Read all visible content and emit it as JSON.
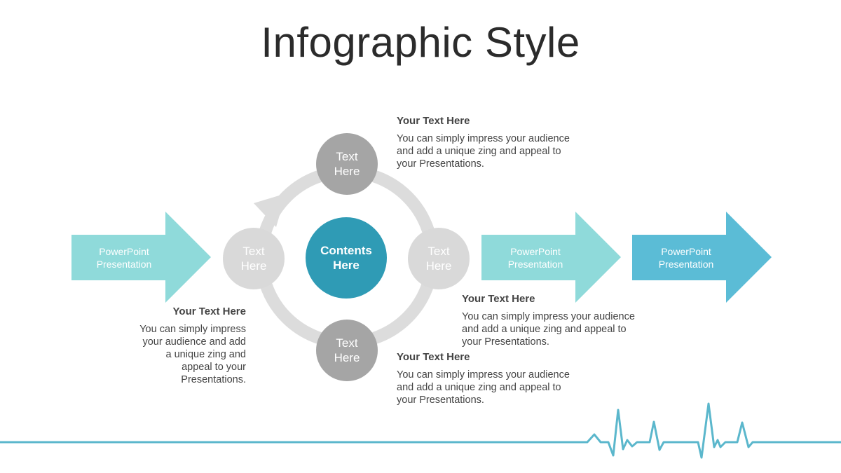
{
  "title": "Infographic Style",
  "center": {
    "label_line1": "Contents",
    "label_line2": "Here",
    "color": "#2f9bb5"
  },
  "cycle_nodes": [
    {
      "line1": "Text",
      "line2": "Here",
      "color": "#a5a5a5"
    },
    {
      "line1": "Text",
      "line2": "Here",
      "color": "#d9d9d9"
    },
    {
      "line1": "Text",
      "line2": "Here",
      "color": "#a5a5a5"
    },
    {
      "line1": "Text",
      "line2": "Here",
      "color": "#d9d9d9"
    }
  ],
  "arrows": [
    {
      "line1": "PowerPoint",
      "line2": "Presentation",
      "color": "#8fdada"
    },
    {
      "line1": "PowerPoint",
      "line2": "Presentation",
      "color": "#8fdada"
    },
    {
      "line1": "PowerPoint",
      "line2": "Presentation",
      "color": "#5bbcd6"
    }
  ],
  "text_blocks": [
    {
      "heading": "Your Text Here",
      "body": [
        "You can simply impress your audience",
        "and add a unique zing and appeal to",
        "your Presentations."
      ]
    },
    {
      "heading": "Your Text Here",
      "body": [
        "You can simply impress your audience",
        "and add a unique zing and appeal to",
        "your Presentations."
      ]
    },
    {
      "heading": "Your Text Here",
      "body": [
        "You can simply impress",
        "your audience and add",
        "a unique zing and",
        "appeal to your",
        "Presentations."
      ]
    },
    {
      "heading": "Your Text Here",
      "body": [
        "You can simply impress your audience",
        "and add a unique zing and appeal to",
        "your Presentations."
      ]
    }
  ],
  "colors": {
    "ring": "#dcdcdc",
    "pulse_line": "#5bb7cc",
    "text": "#444444"
  }
}
